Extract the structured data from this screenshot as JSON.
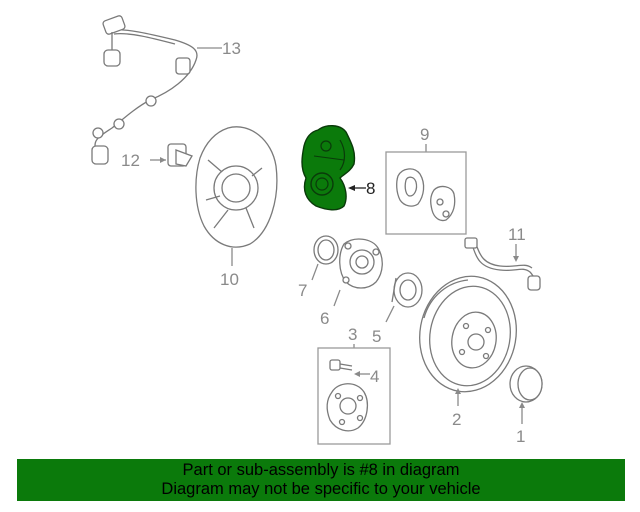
{
  "diagram": {
    "callouts": {
      "c1": "1",
      "c2": "2",
      "c3": "3",
      "c4": "4",
      "c5": "5",
      "c6": "6",
      "c7": "7",
      "c8": "8",
      "c9": "9",
      "c10": "10",
      "c11": "11",
      "c12": "12",
      "c13": "13"
    },
    "highlight_color": "#0b7a0b"
  },
  "banner": {
    "line1": "Part or sub-assembly is #8 in diagram",
    "line2": "Diagram may not be specific to your vehicle",
    "background": "#0b7a0b"
  }
}
